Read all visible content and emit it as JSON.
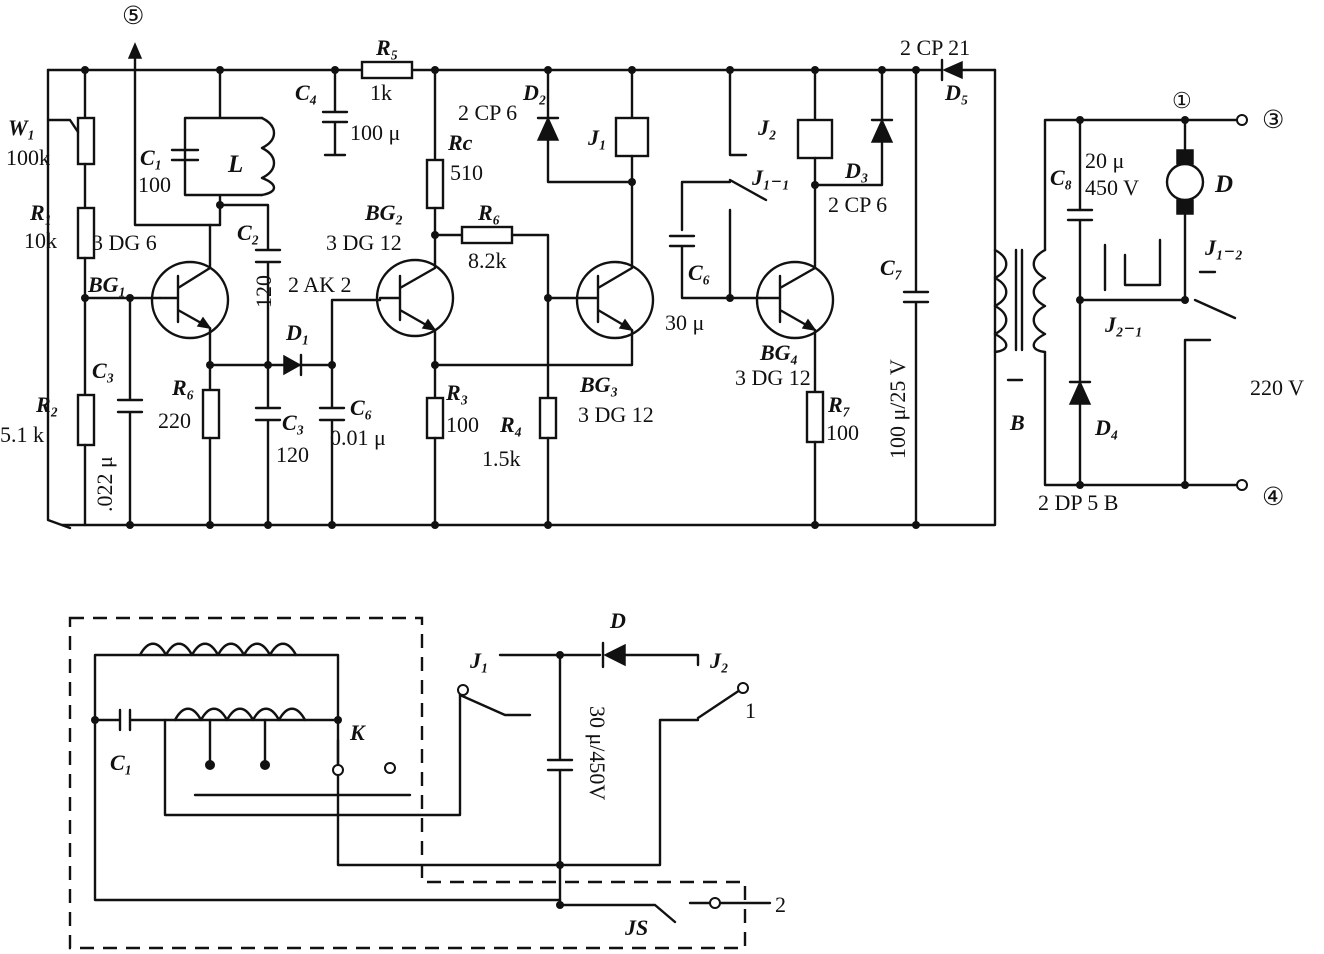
{
  "labels": {
    "node5": "⑤",
    "node1": "①",
    "node3": "③",
    "node4": "④",
    "r5": "R₅",
    "r5_val": "1k",
    "c4": "C₄",
    "c4_val": "100 μ",
    "rc": "Rc",
    "rc_val": "510",
    "d2": "D₂",
    "d2_type": "2 CP 6",
    "d5_type": "2 CP 21",
    "d5": "D₅",
    "j1": "J₁",
    "j2": "J₂",
    "j1_1": "J₁₋₁",
    "d3": "D₃",
    "d3_type": "2 CP 6",
    "w1": "W₁",
    "w1_val": "100k",
    "c1": "C₁",
    "c1_val": "100",
    "l": "L",
    "r1": "R₁",
    "r1_val": "10k",
    "bg1_type": "3 DG 6",
    "bg1": "BG₁",
    "c2": "C₂",
    "c2_val": "120",
    "d1_type": "2 AK 2",
    "d1": "D₁",
    "bg2": "BG₂",
    "bg2_type": "3 DG 12",
    "r6": "R₆",
    "r6_val": "8.2k",
    "c6": "C₆",
    "c6_val": "30 μ",
    "bg4": "BG₄",
    "bg4_type": "3 DG 12",
    "c7": "C₇",
    "c7_val": "100 μ/25 V",
    "c3a": "C₃",
    "c3a_val": ".022 μ",
    "r2": "R₂",
    "r2_val": "5.1 k",
    "re": "R₆",
    "re_val": "220",
    "c3b": "C₃",
    "c3b_val": "120",
    "c6b": "C₆",
    "c6b_val": "0.01 μ",
    "r3": "R₃",
    "r3_val": "100",
    "r4": "R₄",
    "r4_val": "1.5k",
    "bg3": "BG₃",
    "bg3_type": "3 DG 12",
    "r7": "R₇",
    "r7_val": "100",
    "b": "B",
    "c8": "C₈",
    "c8_val1": "20 μ",
    "c8_val2": "450 V",
    "motor": "D",
    "j1_2": "J₁₋₂",
    "j2_1": "J₂₋₁",
    "v220": "220 V",
    "d4": "D₄",
    "d4_type": "2 DP 5 B",
    "bottom_c1": "C₁",
    "bottom_k": "K",
    "bottom_j1": "J₁",
    "bottom_d": "D",
    "bottom_j2": "J₂",
    "bottom_cap": "30 μ/450V",
    "bottom_t1": "1",
    "bottom_t2": "2",
    "bottom_js": "JS"
  }
}
